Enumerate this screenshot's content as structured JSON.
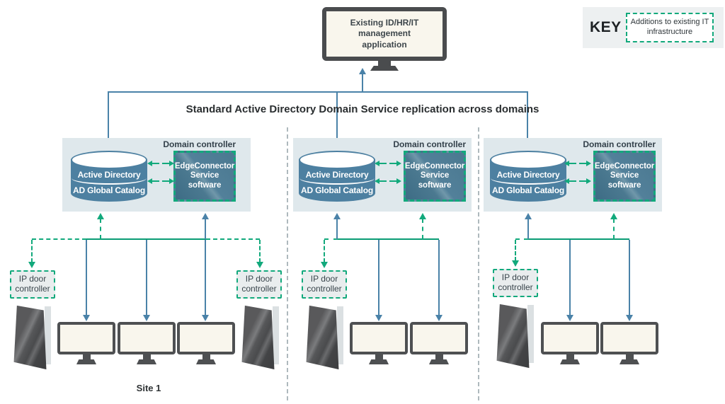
{
  "title": "Standard Active Directory Domain Service replication across domains",
  "key": {
    "label": "KEY",
    "legend": "Additions to existing IT infrastructure"
  },
  "top_app": {
    "label": "Existing ID/HR/IT management application"
  },
  "domain_controller": {
    "label": "Domain controller",
    "active_directory": "Active Directory",
    "ad_global_catalog": "AD Global Catalog",
    "edgeconnector": "EdgeConnector Service software"
  },
  "ip_door_controller": {
    "label": "IP door controller"
  },
  "site": {
    "label": "Site 1"
  },
  "colors": {
    "blue": "#4a82a8",
    "green": "#12a97c",
    "green_solid": "#0a9c74",
    "box_bg": "#dfe8ec",
    "cylinder": "#4d80a1",
    "screen": "#f9f6ed",
    "frame": "#4e5052",
    "separator": "#aeb9bd"
  }
}
